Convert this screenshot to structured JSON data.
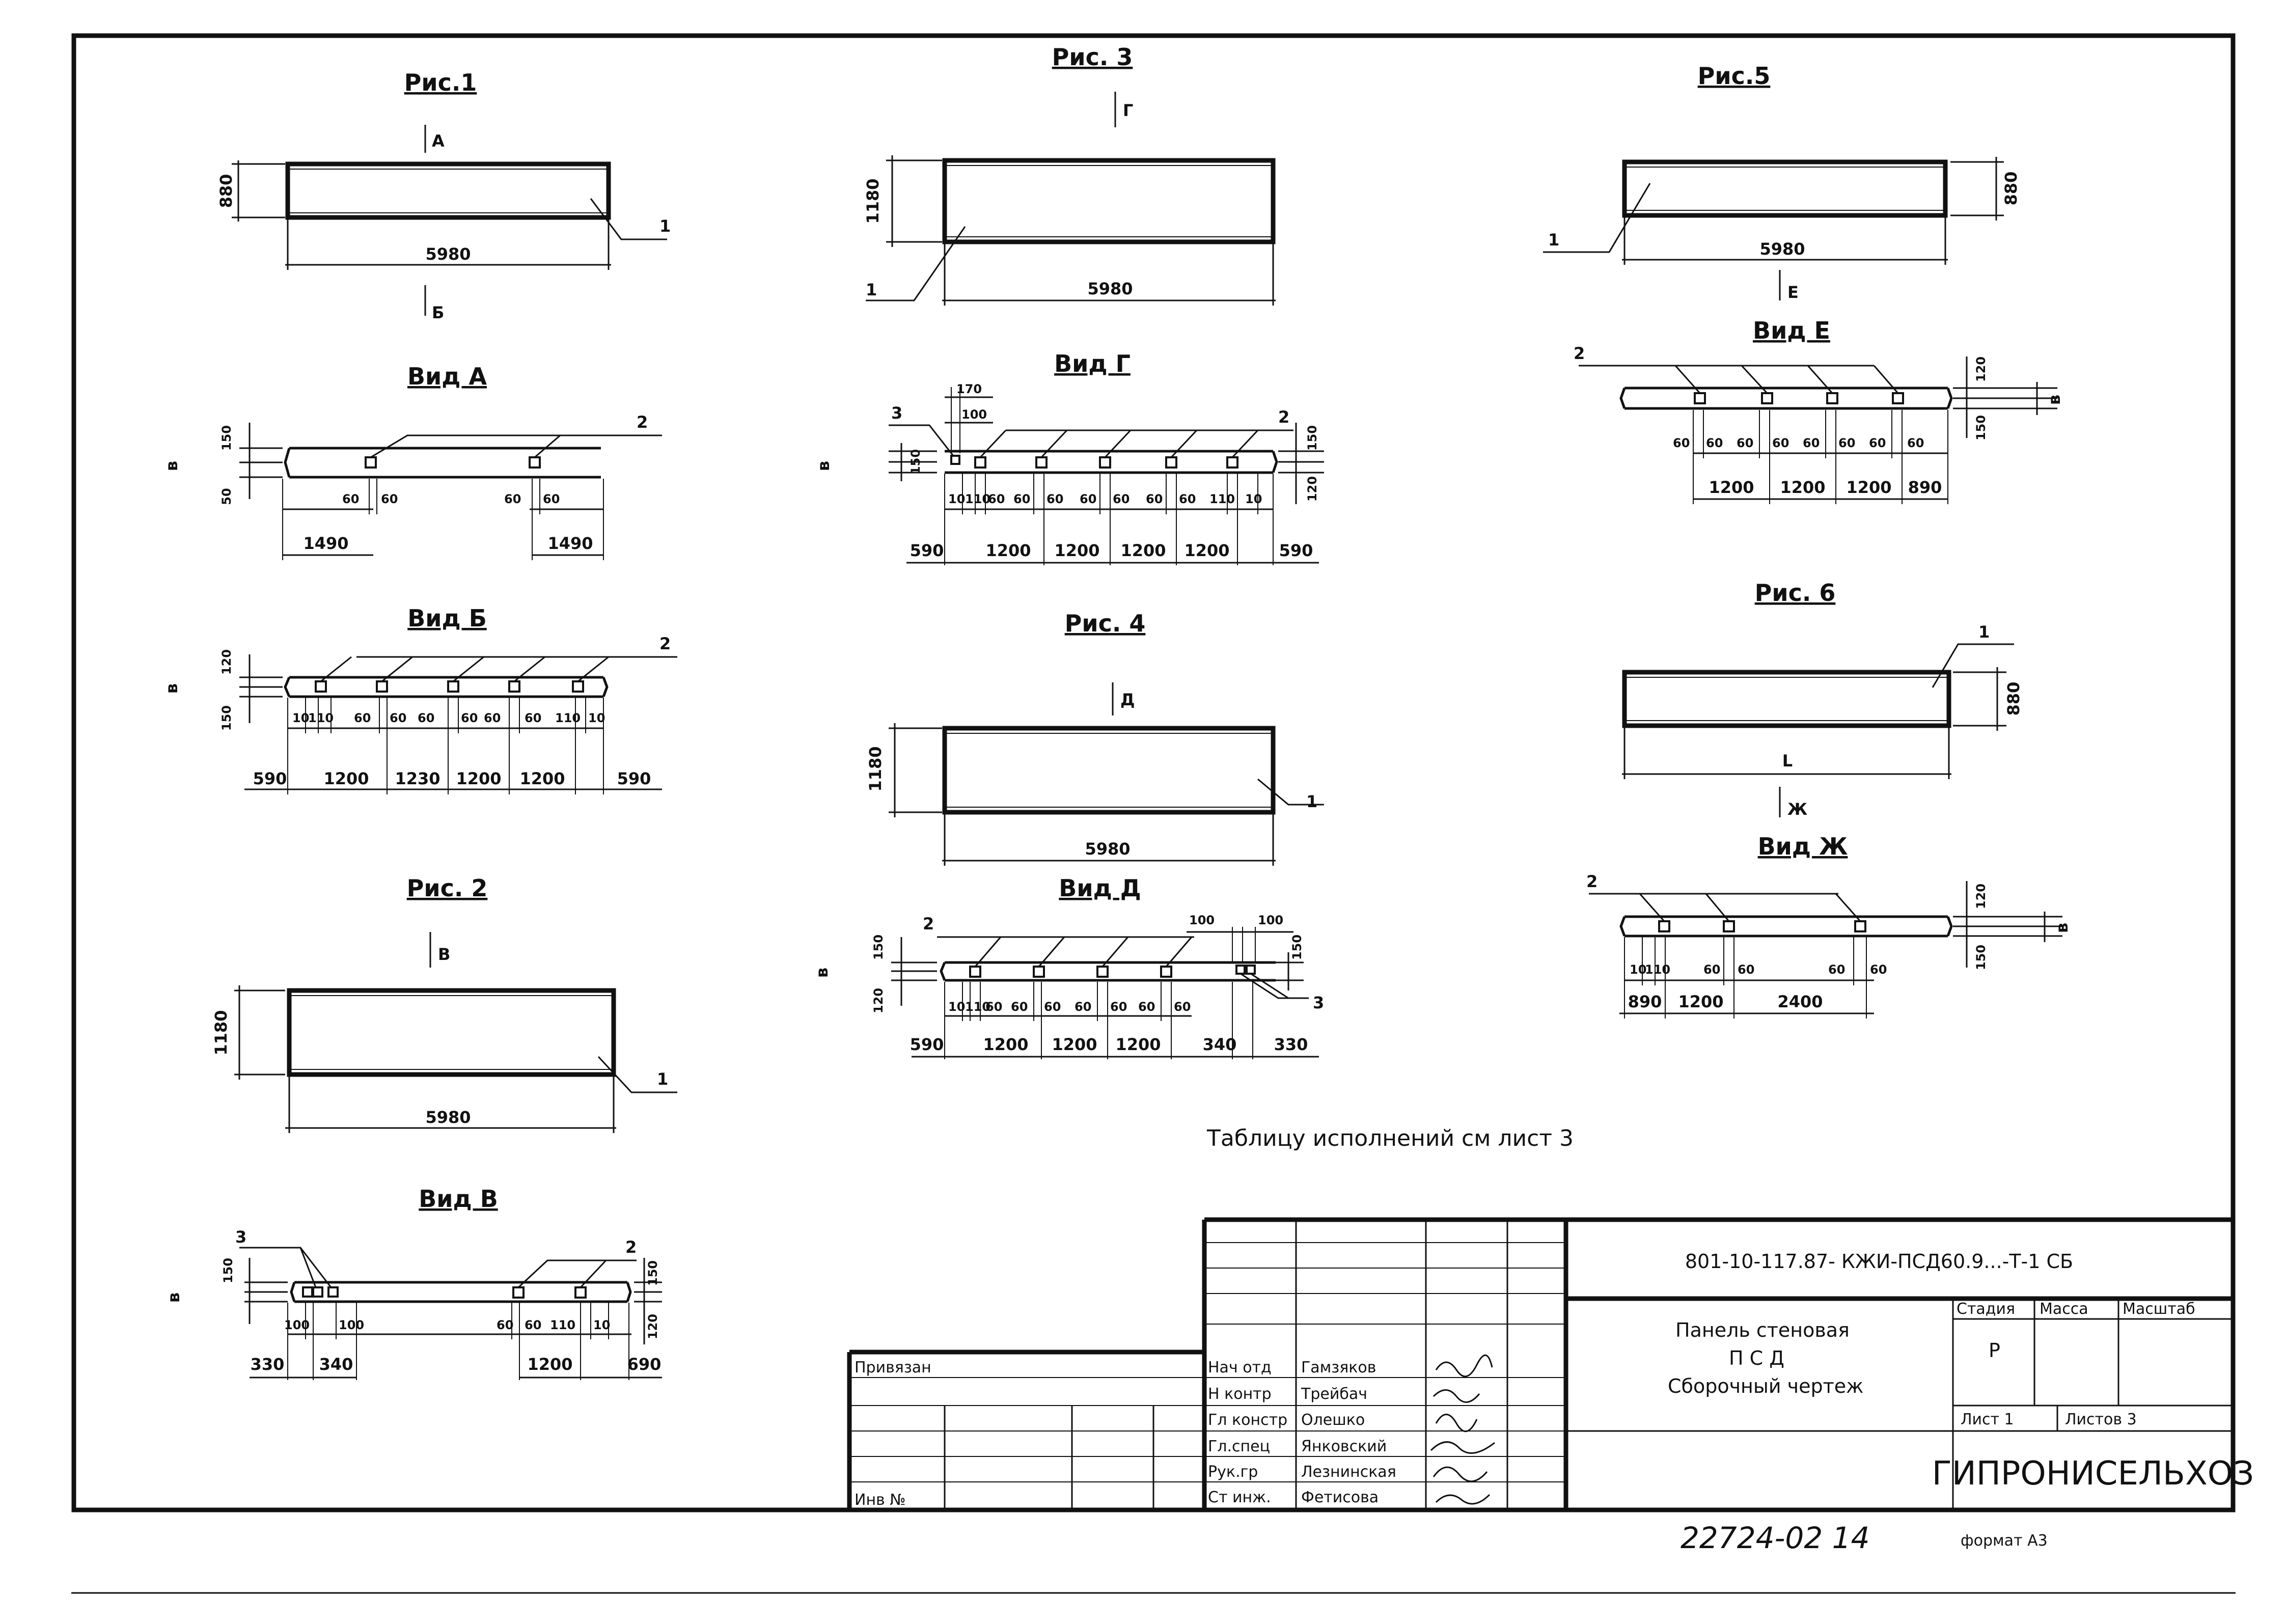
{
  "figures": {
    "fig1": {
      "title": "Рис.1",
      "width": "5980",
      "height": "880",
      "leader": "1",
      "view_a": "А",
      "view_b": "Б"
    },
    "fig2": {
      "title": "Рис. 2",
      "width": "5980",
      "height": "1180",
      "leader": "1",
      "view": "В"
    },
    "fig3": {
      "title": "Рис. 3",
      "width": "5980",
      "height": "1180",
      "leader": "1",
      "view": "Г"
    },
    "fig4": {
      "title": "Рис. 4",
      "width": "5980",
      "height": "1180",
      "leader": "1",
      "view": "Д"
    },
    "fig5": {
      "title": "Рис.5",
      "width": "5980",
      "height": "880",
      "leader": "1",
      "view": "Е"
    },
    "fig6": {
      "title": "Рис. 6",
      "width": "L",
      "height": "880",
      "leader": "1",
      "view": "Ж"
    }
  },
  "views": {
    "a": {
      "title": "Вид А",
      "t1": "150",
      "t2": "50",
      "b": "в",
      "leader": "2",
      "small": [
        "60",
        "60",
        "60",
        "60"
      ],
      "dims": [
        "1490",
        "1490"
      ]
    },
    "b": {
      "title": "Вид Б",
      "t1": "120",
      "t2": "150",
      "b": "в",
      "leader": "2",
      "small": [
        "10",
        "110",
        "60",
        "60",
        "60",
        "60",
        "60",
        "60",
        "110",
        "10"
      ],
      "dims": [
        "590",
        "1200",
        "1230",
        "1200",
        "1200",
        "590"
      ]
    },
    "v": {
      "title": "Вид В",
      "t1": "150",
      "t2": "150",
      "t3": "120",
      "b": "в",
      "leader2": "2",
      "leader3": "3",
      "small": [
        "100",
        "100",
        "60",
        "60",
        "110",
        "10"
      ],
      "dims": [
        "330",
        "340",
        "1200",
        "690"
      ]
    },
    "g": {
      "title": "Вид Г",
      "t1": "150",
      "t2": "150",
      "t3": "120",
      "b": "в",
      "leader2": "2",
      "leader3": "3",
      "top1": "170",
      "top2": "100",
      "small": [
        "10",
        "110",
        "60",
        "60",
        "60",
        "60",
        "60",
        "60",
        "60",
        "110",
        "10"
      ],
      "dims": [
        "590",
        "1200",
        "1200",
        "1200",
        "1200",
        "590"
      ]
    },
    "d": {
      "title": "Вид Д",
      "t1": "150",
      "t2": "120",
      "t3": "150",
      "b": "в",
      "leader2": "2",
      "leader3": "3",
      "top1": "100",
      "top2": "100",
      "small": [
        "10",
        "110",
        "60",
        "60",
        "60",
        "60",
        "60",
        "60",
        "60"
      ],
      "dims": [
        "590",
        "1200",
        "1200",
        "1200",
        "340",
        "330"
      ]
    },
    "e": {
      "title": "Вид Е",
      "t1": "120",
      "t2": "150",
      "b": "в",
      "leader": "2",
      "small": [
        "60",
        "60",
        "60",
        "60",
        "60",
        "60",
        "60",
        "60"
      ],
      "dims": [
        "1200",
        "1200",
        "1200",
        "890"
      ]
    },
    "zh": {
      "title": "Вид Ж",
      "t1": "120",
      "t2": "150",
      "b": "в",
      "leader": "2",
      "small": [
        "10",
        "110",
        "60",
        "60",
        "60",
        "60"
      ],
      "dims": [
        "890",
        "1200",
        "2400"
      ]
    }
  },
  "note": "Таблицу исполнений см лист 3",
  "title_block": {
    "code": "801-10-117.87- КЖИ-ПСД60.9...-Т-1 СБ",
    "name_l1": "Панель стеновая",
    "name_l2": "П С Д",
    "name_l3": "Сборочный чертеж",
    "stage_h": "Стадия",
    "mass_h": "Масса",
    "scale_h": "Масштаб",
    "stage": "Р",
    "sheet": "Лист 1",
    "sheets": "Листов 3",
    "org": "ГИПРОНИСЕЛЬХОЗ",
    "privyazan": "Привязан",
    "inv": "Инв №",
    "roles": [
      "Нач отд",
      "Н контр",
      "Гл констр",
      "Гл.спец",
      "Рук.гр",
      "Ст инж."
    ],
    "names": [
      "Гамзяков",
      "Трейбач",
      "Олешко",
      "Янковский",
      "Лезнинская",
      "Фетисова"
    ],
    "number": "22724-02 14",
    "format": "формат А3"
  }
}
